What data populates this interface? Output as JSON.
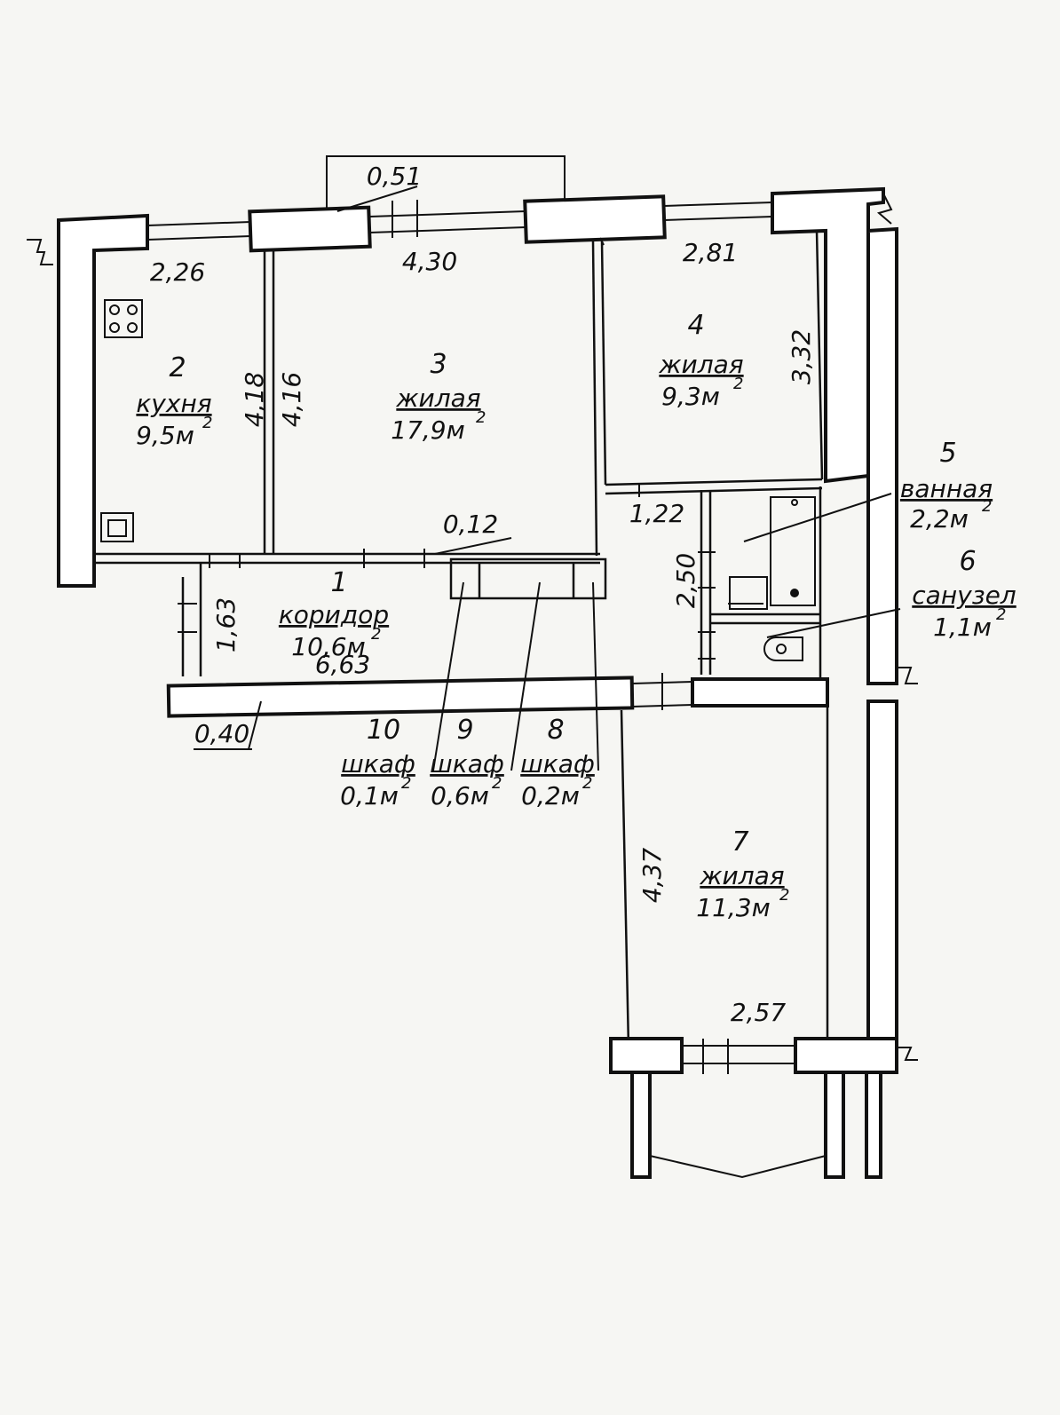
{
  "rooms": [
    {
      "number": "1",
      "name": "коридор",
      "area": "10,6м",
      "sup": "2"
    },
    {
      "number": "2",
      "name": "кухня",
      "area": "9,5м",
      "sup": "2"
    },
    {
      "number": "3",
      "name": "жилая",
      "area": "17,9м",
      "sup": "2"
    },
    {
      "number": "4",
      "name": "жилая",
      "area": "9,3м",
      "sup": "2"
    },
    {
      "number": "5",
      "name": "ванная",
      "area": "2,2м",
      "sup": "2"
    },
    {
      "number": "6",
      "name": "санузел",
      "area": "1,1м",
      "sup": "2"
    },
    {
      "number": "7",
      "name": "жилая",
      "area": "11,3м",
      "sup": "2"
    },
    {
      "number": "8",
      "name": "шкаф",
      "area": "0,2м",
      "sup": "2"
    },
    {
      "number": "9",
      "name": "шкаф",
      "area": "0,6м",
      "sup": "2"
    },
    {
      "number": "10",
      "name": "шкаф",
      "area": "0,1м",
      "sup": "2"
    }
  ],
  "dimensions": {
    "d_051": "0,51",
    "d_430": "4,30",
    "d_281": "2,81",
    "d_226": "2,26",
    "d_418": "4,18",
    "d_416": "4,16",
    "d_332": "3,32",
    "d_012": "0,12",
    "d_122": "1,22",
    "d_250": "2,50",
    "d_163": "1,63",
    "d_663": "6,63",
    "d_040": "0,40",
    "d_437": "4,37",
    "d_257": "2,57"
  }
}
